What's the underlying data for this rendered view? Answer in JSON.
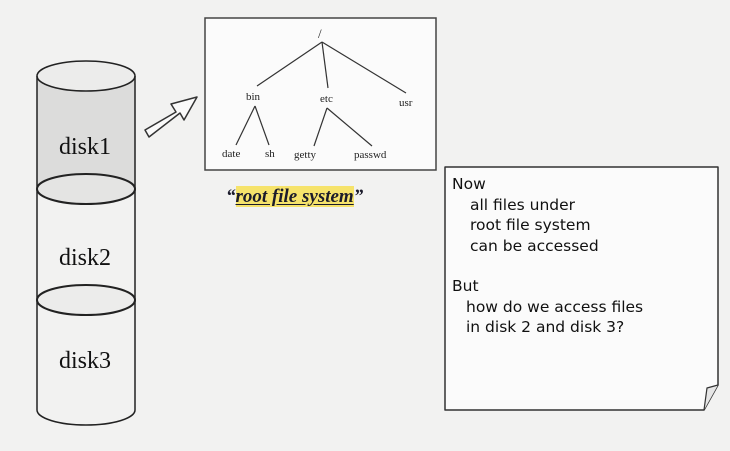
{
  "disks": [
    "disk1",
    "disk2",
    "disk3"
  ],
  "tree": {
    "root": "/",
    "level1": [
      "bin",
      "etc",
      "usr"
    ],
    "bin_children": [
      "date",
      "sh"
    ],
    "etc_children": [
      "getty",
      "passwd"
    ]
  },
  "caption": {
    "open_quote": "“",
    "text": "root file system",
    "close_quote": "”"
  },
  "note": {
    "heading1": "Now",
    "lines1": [
      "all files under",
      "root file system",
      "can be accessed"
    ],
    "heading2": "But",
    "lines2": [
      "how do we access files",
      "in disk 2 and disk 3?"
    ]
  }
}
